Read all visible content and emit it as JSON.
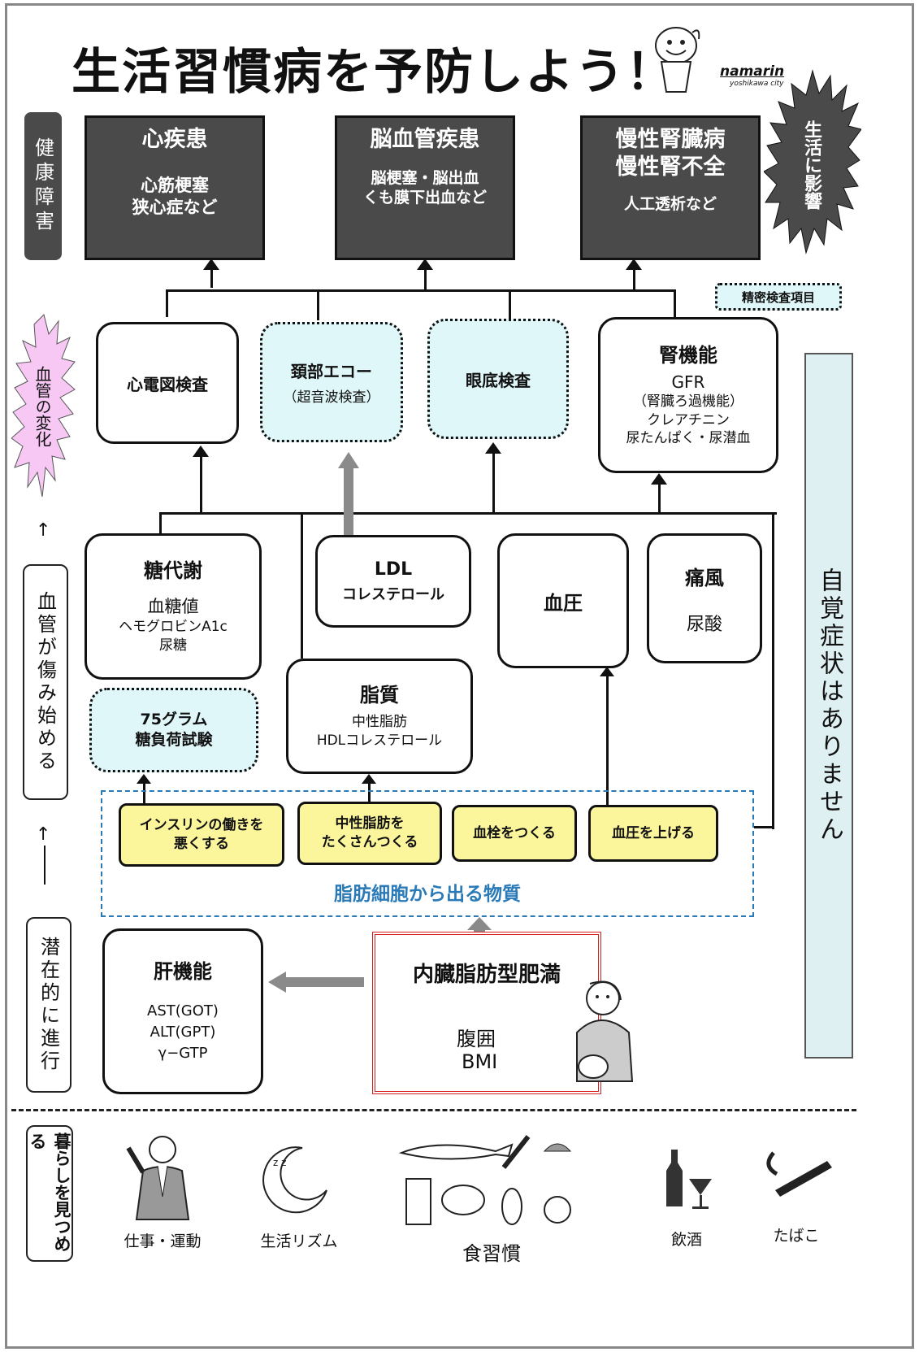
{
  "title": "生活習慣病を予防しよう！",
  "mascot": {
    "name": "namarin",
    "city": "yoshikawa city"
  },
  "side_labels": {
    "health_damage": "健康障害",
    "vascular_change": "血管の変化",
    "vessels_damaged": "血管が傷み始める",
    "latent": "潜在的に進行",
    "lifestyle": "暮らしを見つめる",
    "life_impact": "生活に影響",
    "no_symptoms": "自覚症状はありません"
  },
  "diseases": [
    {
      "title": "心疾患",
      "detail": [
        "心筋梗塞",
        "狭心症など"
      ]
    },
    {
      "title": "脳血管疾患",
      "detail": [
        "脳梗塞・脳出血",
        "くも膜下出血など"
      ]
    },
    {
      "title": "慢性腎臓病\n慢性腎不全",
      "detail": [
        "人工透析など"
      ]
    }
  ],
  "legend": "精密検査項目",
  "tests": {
    "ecg": "心電図検査",
    "carotid_title": "頚部エコー",
    "carotid_sub": "（超音波検査）",
    "fundus": "眼底検査",
    "kidney_title": "腎機能",
    "kidney_gfr": "GFR",
    "kidney_items": [
      "（腎臓ろ過機能）",
      "クレアチニン",
      "尿たんぱく・尿潜血"
    ]
  },
  "metrics": {
    "glucose_title": "糖代謝",
    "glucose_items": [
      "血糖値",
      "ヘモグロビンA1c",
      "尿糖"
    ],
    "ldl_title": "LDL",
    "ldl_sub": "コレステロール",
    "bp": "血圧",
    "gout_title": "痛風",
    "gout_sub": "尿酸",
    "ogtt": "75グラム\n糖負荷試験",
    "lipid_title": "脂質",
    "lipid_items": [
      "中性脂肪",
      "HDLコレステロール"
    ]
  },
  "substances": {
    "items": [
      "インスリンの働きを\n悪くする",
      "中性脂肪を\nたくさんつくる",
      "血栓をつくる",
      "血圧を上げる"
    ],
    "caption": "脂肪細胞から出る物質"
  },
  "liver": {
    "title": "肝機能",
    "items": [
      "AST(GOT)",
      "ALT(GPT)",
      "γ−GTP"
    ]
  },
  "obesity": {
    "title": "内臓脂肪型肥満",
    "items": [
      "腹囲",
      "BMI"
    ]
  },
  "habits": [
    "仕事・運動",
    "生活リズム",
    "食習慣",
    "飲酒",
    "たばこ"
  ],
  "colors": {
    "dark_box": "#4a4a4a",
    "cyan": "#dff7f9",
    "yellow": "#fbf69c",
    "blue_dash": "#2a7ab8",
    "red": "#d42020",
    "pink": "#f7c8f4"
  }
}
